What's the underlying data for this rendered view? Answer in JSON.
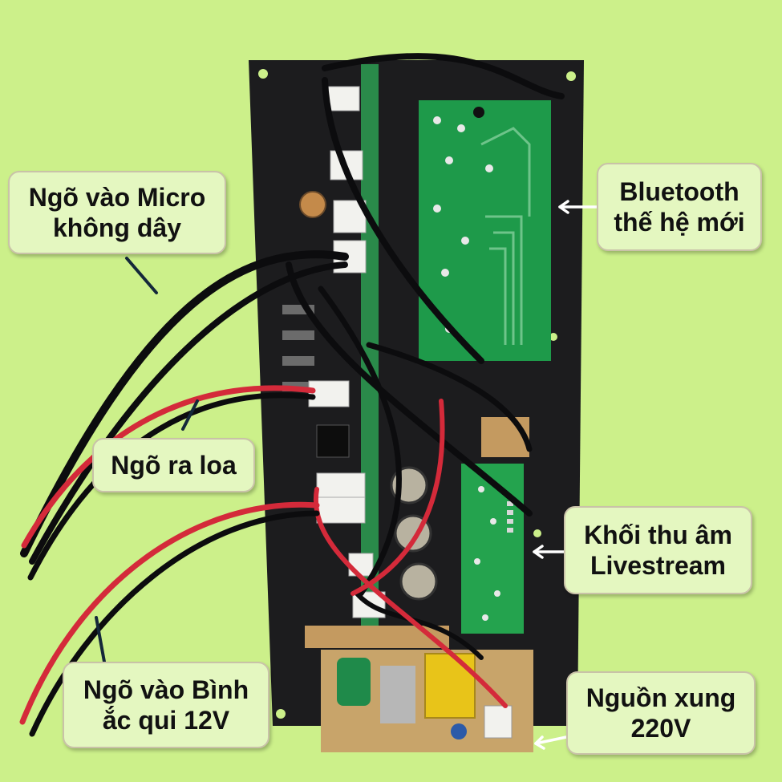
{
  "colors": {
    "background": "#ccf08a",
    "panel": "#1c1c1e",
    "pcb_green": "#1e9a4a",
    "power_board": "#c8a46a",
    "wire_red": "#d42a3a",
    "wire_black": "#0c0c0e",
    "callout_fill": "#e4f7c0",
    "callout_border": "#c9c2a8"
  },
  "labels": {
    "micro": {
      "line1": "Ngõ vào Micro",
      "line2": "không dây"
    },
    "bluetooth": {
      "line1": "Bluetooth",
      "line2": "thế hệ mới"
    },
    "speaker": {
      "line1": "Ngõ ra loa"
    },
    "livestream": {
      "line1": "Khối thu âm",
      "line2": "Livestream"
    },
    "battery": {
      "line1": "Ngõ vào Bình",
      "line2": "ắc qui 12V"
    },
    "power": {
      "line1": "Nguồn xung",
      "line2": "220V"
    }
  },
  "icons": [
    "arrow-icon"
  ]
}
